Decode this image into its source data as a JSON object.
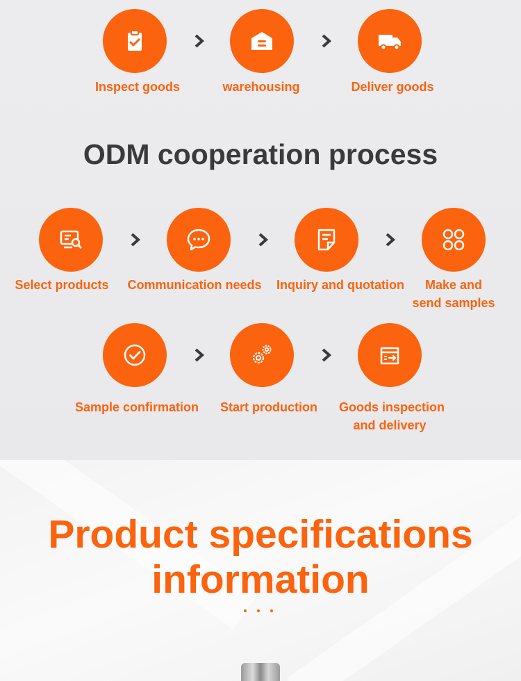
{
  "shipping_steps": [
    {
      "label": "Inspect goods",
      "icon": "clipboard-check-icon"
    },
    {
      "label": "warehousing",
      "icon": "warehouse-icon"
    },
    {
      "label": "Deliver goods",
      "icon": "truck-icon"
    }
  ],
  "odm": {
    "title": "ODM cooperation process",
    "row1": [
      {
        "label": "Select products",
        "icon": "search-list-icon"
      },
      {
        "label": "Communication needs",
        "icon": "chat-bubble-icon"
      },
      {
        "label": "Inquiry and quotation",
        "icon": "edit-document-icon"
      },
      {
        "label_line1": "Make and",
        "label_line2": "send samples",
        "icon": "grid-apps-icon"
      }
    ],
    "row2": [
      {
        "label": "Sample confirmation",
        "icon": "check-circle-icon"
      },
      {
        "label": "Start production",
        "icon": "gears-icon"
      },
      {
        "label_line1": "Goods inspection",
        "label_line2": "and delivery",
        "icon": "box-delivery-icon"
      }
    ]
  },
  "specs": {
    "title_line1": "Product specifications",
    "title_line2": "information"
  },
  "colors": {
    "accent": "#fb630e",
    "title_dark": "#3a3a3c",
    "background": "#ececee"
  }
}
